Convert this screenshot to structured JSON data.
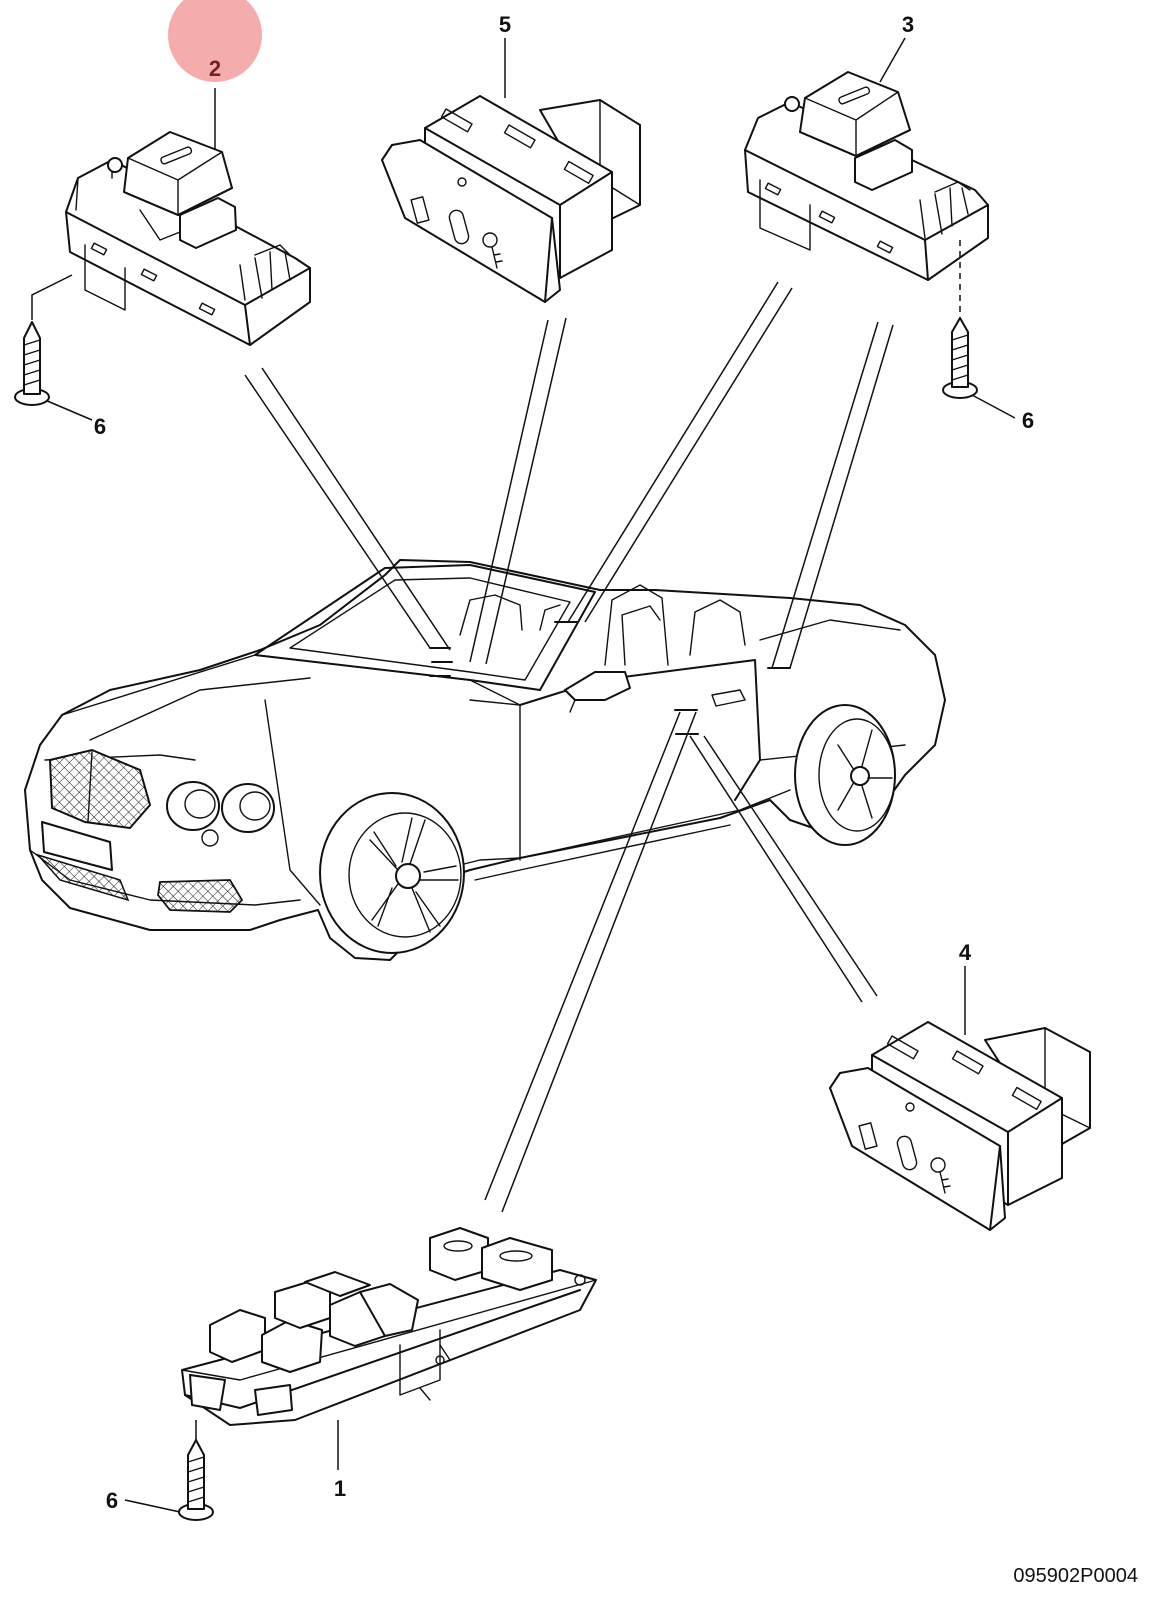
{
  "diagram": {
    "reference_code": "095902P0004",
    "highlight_color": "#f4a3a3",
    "callouts": [
      {
        "id": "1",
        "label": "1",
        "part": "master window switch panel"
      },
      {
        "id": "2",
        "label": "2",
        "part": "window switch",
        "highlighted": true
      },
      {
        "id": "3",
        "label": "3",
        "part": "window switch"
      },
      {
        "id": "4",
        "label": "4",
        "part": "seat memory switch"
      },
      {
        "id": "5",
        "label": "5",
        "part": "seat memory switch"
      },
      {
        "id": "6a",
        "label": "6",
        "part": "screw"
      },
      {
        "id": "6b",
        "label": "6",
        "part": "screw"
      },
      {
        "id": "6c",
        "label": "6",
        "part": "screw"
      }
    ]
  }
}
